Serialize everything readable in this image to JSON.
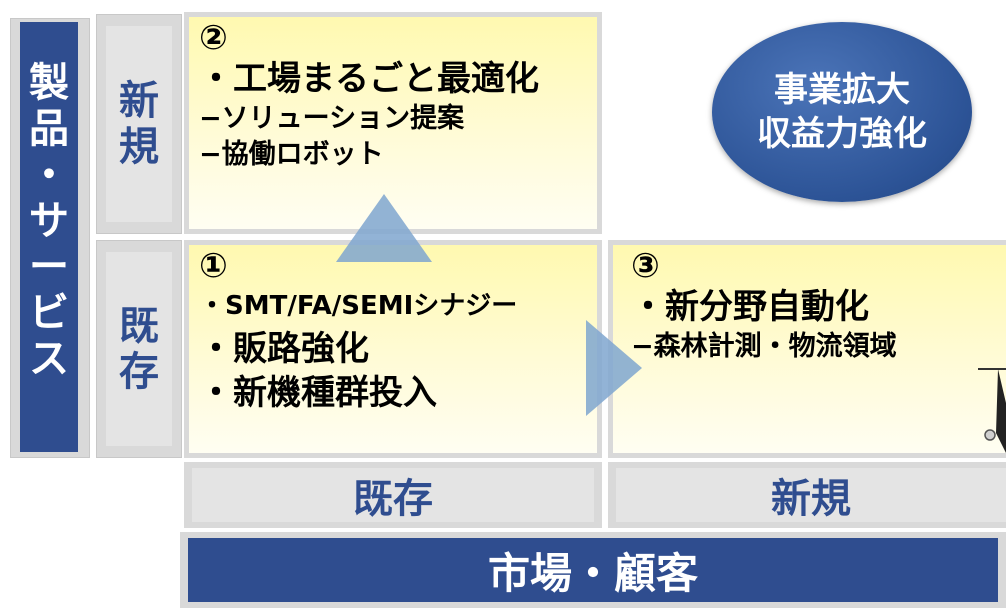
{
  "axis_vertical": {
    "label_chars": [
      "製",
      "品",
      "・",
      "サ",
      "ー",
      "ビ",
      "ス"
    ]
  },
  "rows": {
    "new": {
      "chars": [
        "新",
        "規"
      ]
    },
    "existing": {
      "chars": [
        "既",
        "存"
      ]
    }
  },
  "quadrants": {
    "q2": {
      "number": "②",
      "line1": "・工場まるごと最適化",
      "line2": "−ソリューション提案",
      "line3": "−協働ロボット"
    },
    "q1": {
      "number": "①",
      "line1": "・SMT/FA/SEMIシナジー",
      "line2": "・販路強化",
      "line3": "・新機種群投入"
    },
    "q3": {
      "number": "③",
      "line1": "・新分野自動化",
      "line2": "−森林計測・物流領域"
    }
  },
  "columns": {
    "existing": "既存",
    "new": "新規"
  },
  "axis_horizontal": {
    "label": "市場・顧客"
  },
  "goal": {
    "line1": "事業拡大",
    "line2": "収益力強化"
  },
  "colors": {
    "navy": "#2f4d8f",
    "yellow": "#fffbd6",
    "gray": "#d9d9d9",
    "arrow": "#7fa6cf"
  }
}
